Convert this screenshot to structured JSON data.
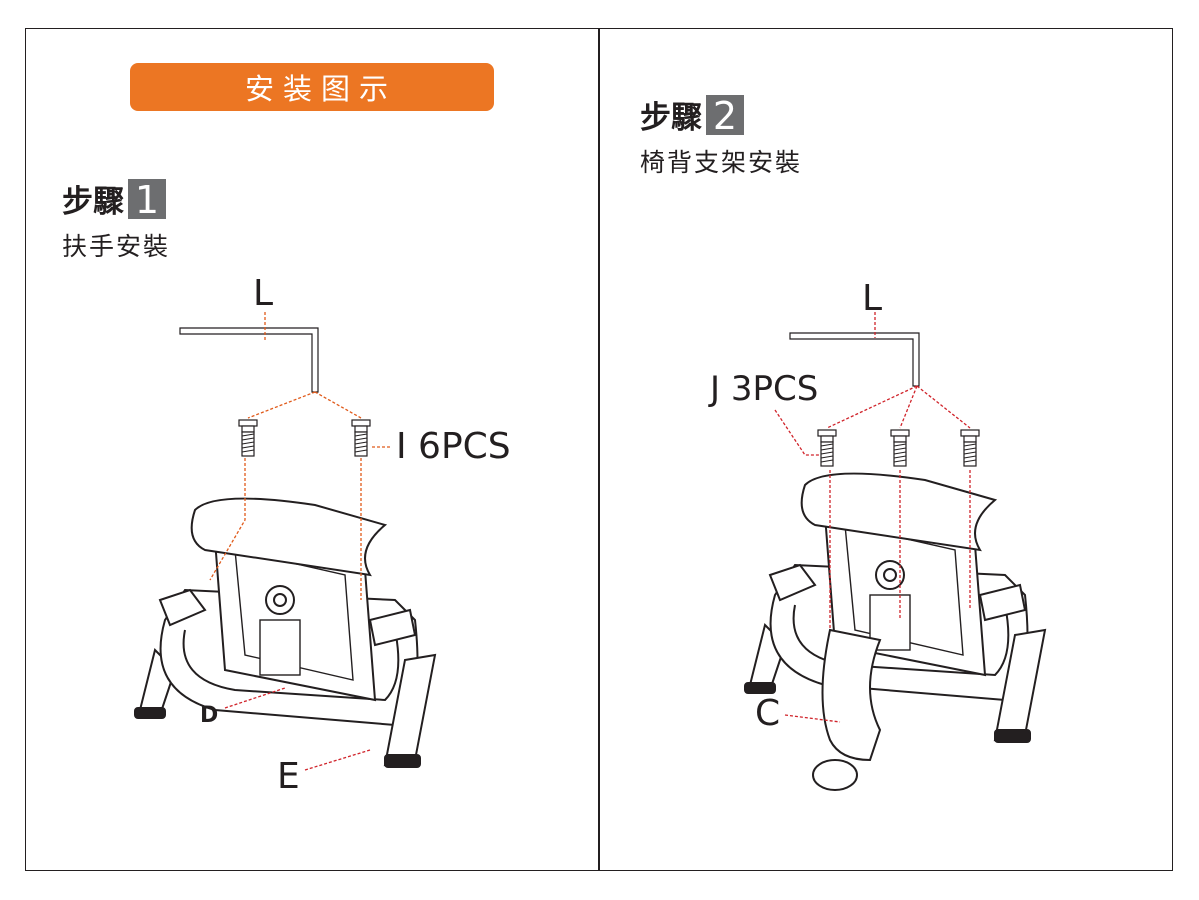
{
  "banner": {
    "title": "安装图示",
    "color": "#ec7623"
  },
  "step1": {
    "prefix": "步驟",
    "number": "1",
    "subtitle": "扶手安裝",
    "labels": {
      "wrench": "L",
      "screws": "I 6PCS",
      "armrest": "D",
      "pad": "E"
    }
  },
  "step2": {
    "prefix": "步驟",
    "number": "2",
    "subtitle": "椅背支架安裝",
    "labels": {
      "wrench": "L",
      "screws": "J 3PCS",
      "bracket": "C"
    }
  }
}
